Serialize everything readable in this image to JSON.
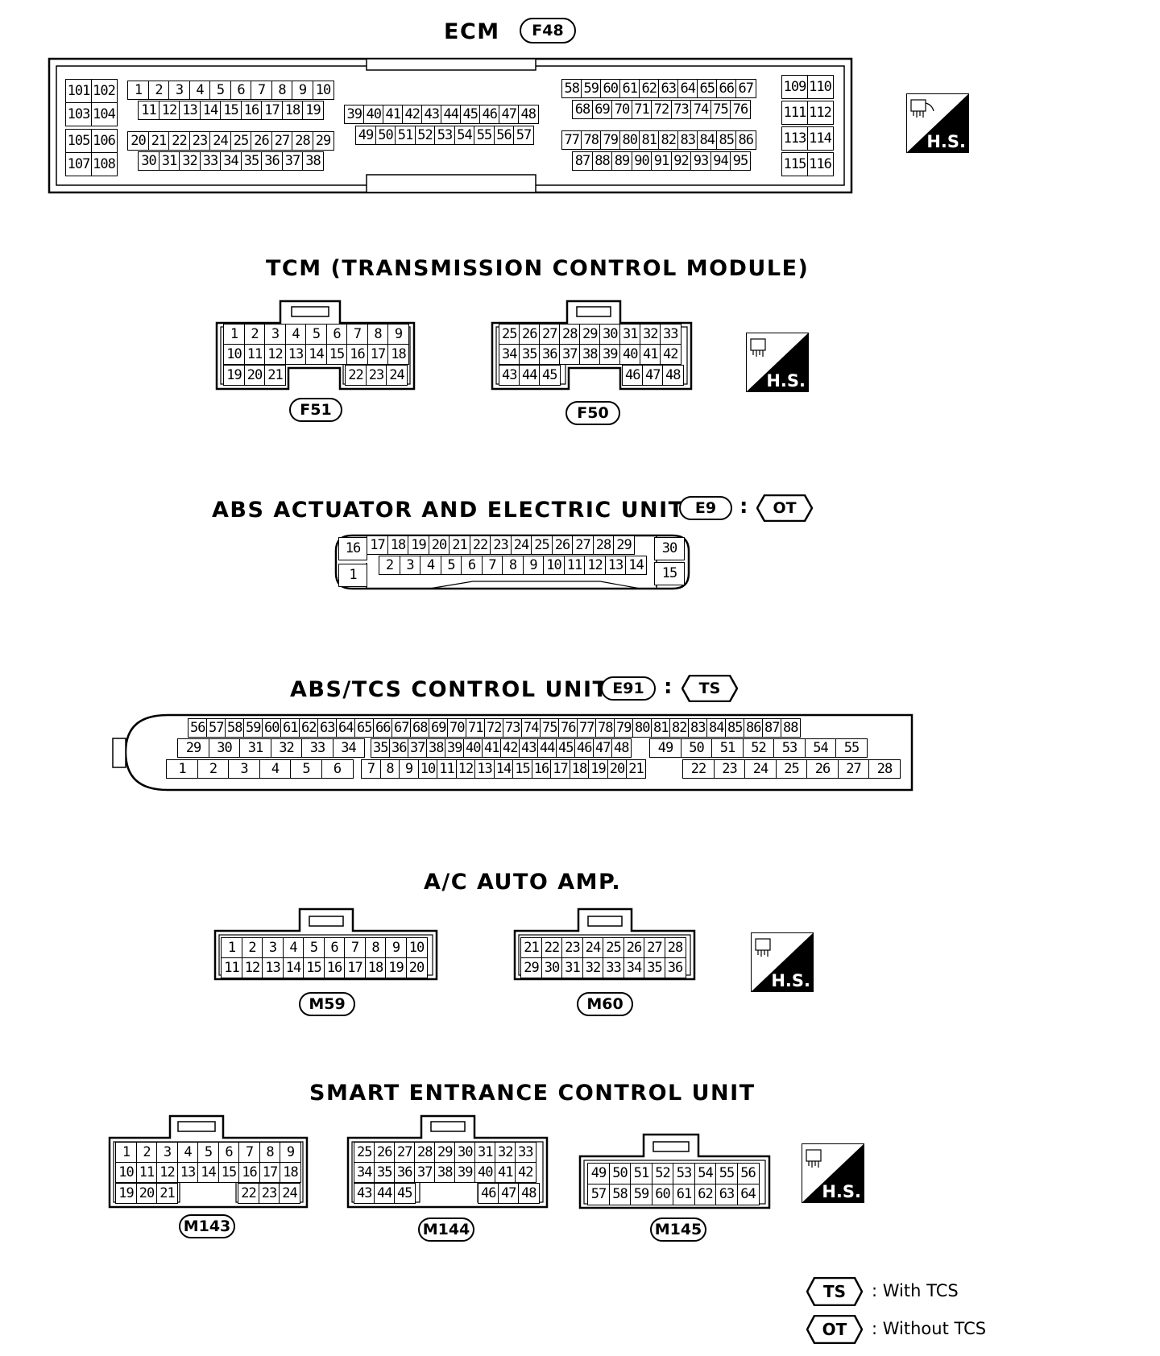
{
  "ecm": {
    "title": "ECM",
    "connector": "F48"
  },
  "tcm": {
    "title": "TCM (TRANSMISSION CONTROL MODULE)",
    "connector_left": "F51",
    "connector_right": "F50"
  },
  "abs": {
    "title": "ABS ACTUATOR AND ELECTRIC UNIT",
    "connector": "E9",
    "colon": ":",
    "variant": "OT"
  },
  "abstcs": {
    "title": "ABS/TCS CONTROL UNIT",
    "connector": "E91",
    "colon": ":",
    "variant": "TS"
  },
  "ac": {
    "title": "A/C AUTO AMP.",
    "connector_left": "M59",
    "connector_right": "M60"
  },
  "sec": {
    "title": "SMART ENTRANCE CONTROL UNIT",
    "connector_1": "M143",
    "connector_2": "M144",
    "connector_3": "M145"
  },
  "hs_label": "H.S.",
  "legend": [
    {
      "code": "TS",
      "desc": ": With  TCS"
    },
    {
      "code": "OT",
      "desc": ": Without TCS"
    }
  ],
  "colors": {
    "ink": "#000000",
    "paper": "#ffffff"
  },
  "icons": [
    "harness-connector-icon",
    "hex-variant-badge"
  ]
}
